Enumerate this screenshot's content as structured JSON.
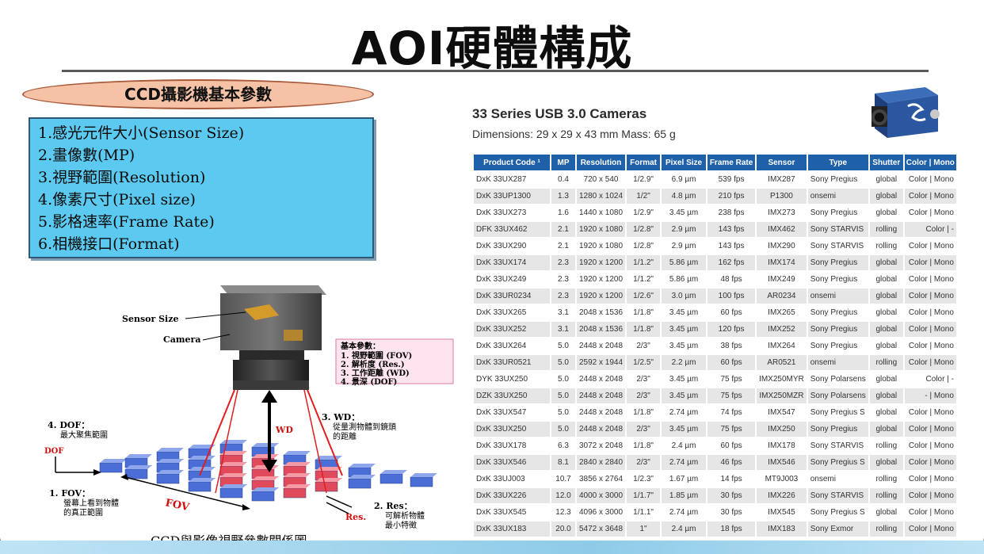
{
  "slide": {
    "title": "AOI硬體構成",
    "section_label": "CCD攝影機基本參數",
    "params": [
      "1.感光元件大小(Sensor Size)",
      "2.畫像數(MP)",
      "3.視野範圍(Resolution)",
      "4.像素尺寸(Pixel size)",
      "5.影格速率(Frame Rate)",
      "6.相機接口(Format)"
    ]
  },
  "diagram": {
    "sensor_label": "Sensor Size",
    "camera_label": "Camera",
    "wd_axis": "WD",
    "fov_axis": "FOV",
    "res_axis": "Res.",
    "dof_axis": "DOF",
    "basic_title": "基本參數：",
    "basic_items": [
      "1. 視野範圍 (FOV)",
      "2. 解析度 (Res.)",
      "3. 工作距離 (WD)",
      "4. 景深 (DOF)"
    ],
    "wd_title": "3. WD：",
    "wd_desc1": "從量測物體到鏡頭",
    "wd_desc2": "的距離",
    "dof_title": "4. DOF：",
    "dof_desc": "最大聚焦範圍",
    "fov_title": "1. FOV：",
    "fov_desc1": "螢幕上看到物體",
    "fov_desc2": "的真正範圍",
    "res_title": "2. Res：",
    "res_desc1": "可解析物體",
    "res_desc2": "最小特徵",
    "caption": "CCD與影像視野參數關係圖"
  },
  "camera_table": {
    "heading": "33 Series USB 3.0 Cameras",
    "dimensions": "Dimensions:  29 x 29 x 43 mm   Mass: 65 g",
    "headers": [
      "Product Code ¹",
      "MP",
      "Resolution",
      "Format",
      "Pixel Size",
      "Frame Rate",
      "Sensor",
      "Type",
      "Shutter",
      "Color | Mono"
    ],
    "rows": [
      [
        "DxK 33UX287",
        "0.4",
        "720 x 540",
        "1/2.9\"",
        "6.9 µm",
        "539 fps",
        "IMX287",
        "Sony Pregius",
        "global",
        "Color | Mono"
      ],
      [
        "DxK 33UP1300",
        "1.3",
        "1280 x 1024",
        "1/2\"",
        "4.8 µm",
        "210 fps",
        "P1300",
        "onsemi",
        "global",
        "Color | Mono"
      ],
      [
        "DxK 33UX273",
        "1.6",
        "1440 x 1080",
        "1/2.9\"",
        "3.45 µm",
        "238 fps",
        "IMX273",
        "Sony Pregius",
        "global",
        "Color | Mono"
      ],
      [
        "DFK 33UX462",
        "2.1",
        "1920 x 1080",
        "1/2.8\"",
        "2.9 µm",
        "143 fps",
        "IMX462",
        "Sony STARVIS",
        "rolling",
        "Color | -"
      ],
      [
        "DxK 33UX290",
        "2.1",
        "1920 x 1080",
        "1/2.8\"",
        "2.9 µm",
        "143 fps",
        "IMX290",
        "Sony STARVIS",
        "rolling",
        "Color | Mono"
      ],
      [
        "DxK 33UX174",
        "2.3",
        "1920 x 1200",
        "1/1.2\"",
        "5.86 µm",
        "162 fps",
        "IMX174",
        "Sony Pregius",
        "global",
        "Color | Mono"
      ],
      [
        "DxK 33UX249",
        "2.3",
        "1920 x 1200",
        "1/1.2\"",
        "5.86 µm",
        "48 fps",
        "IMX249",
        "Sony Pregius",
        "global",
        "Color | Mono"
      ],
      [
        "DxK 33UR0234",
        "2.3",
        "1920 x 1200",
        "1/2.6\"",
        "3.0 µm",
        "100 fps",
        "AR0234",
        "onsemi",
        "global",
        "Color | Mono"
      ],
      [
        "DxK 33UX265",
        "3.1",
        "2048 x 1536",
        "1/1.8\"",
        "3.45 µm",
        "60 fps",
        "IMX265",
        "Sony Pregius",
        "global",
        "Color | Mono"
      ],
      [
        "DxK 33UX252",
        "3.1",
        "2048 x 1536",
        "1/1.8\"",
        "3.45 µm",
        "120 fps",
        "IMX252",
        "Sony Pregius",
        "global",
        "Color | Mono"
      ],
      [
        "DxK 33UX264",
        "5.0",
        "2448 x 2048",
        "2/3\"",
        "3.45 µm",
        "38 fps",
        "IMX264",
        "Sony Pregius",
        "global",
        "Color | Mono"
      ],
      [
        "DxK 33UR0521",
        "5.0",
        "2592 x 1944",
        "1/2.5\"",
        "2.2 µm",
        "60 fps",
        "AR0521",
        "onsemi",
        "rolling",
        "Color | Mono"
      ],
      [
        "DYK 33UX250",
        "5.0",
        "2448 x 2048",
        "2/3\"",
        "3.45 µm",
        "75 fps",
        "IMX250MYR",
        "Sony Polarsens",
        "global",
        "Color | -"
      ],
      [
        "DZK 33UX250",
        "5.0",
        "2448 x 2048",
        "2/3\"",
        "3.45 µm",
        "75 fps",
        "IMX250MZR",
        "Sony Polarsens",
        "global",
        "- | Mono"
      ],
      [
        "DxK 33UX547",
        "5.0",
        "2448 x 2048",
        "1/1.8\"",
        "2.74 µm",
        "74 fps",
        "IMX547",
        "Sony Pregius S",
        "global",
        "Color | Mono"
      ],
      [
        "DxK 33UX250",
        "5.0",
        "2448 x 2048",
        "2/3\"",
        "3.45 µm",
        "75 fps",
        "IMX250",
        "Sony Pregius",
        "global",
        "Color | Mono"
      ],
      [
        "DxK 33UX178",
        "6.3",
        "3072 x 2048",
        "1/1.8\"",
        "2.4 µm",
        "60 fps",
        "IMX178",
        "Sony STARVIS",
        "rolling",
        "Color | Mono"
      ],
      [
        "DxK 33UX546",
        "8.1",
        "2840 x 2840",
        "2/3\"",
        "2.74 µm",
        "46 fps",
        "IMX546",
        "Sony Pregius S",
        "global",
        "Color | Mono"
      ],
      [
        "DxK 33UJ003",
        "10.7",
        "3856 x 2764",
        "1/2.3\"",
        "1.67 µm",
        "14 fps",
        "MT9J003",
        "onsemi",
        "rolling",
        "Color | Mono"
      ],
      [
        "DxK 33UX226",
        "12.0",
        "4000 x 3000",
        "1/1.7\"",
        "1.85 µm",
        "30 fps",
        "IMX226",
        "Sony STARVIS",
        "rolling",
        "Color | Mono"
      ],
      [
        "DxK 33UX545",
        "12.3",
        "4096 x 3000",
        "1/1.1\"",
        "2.74 µm",
        "30 fps",
        "IMX545",
        "Sony Pregius S",
        "global",
        "Color | Mono"
      ],
      [
        "DxK 33UX183",
        "20.0",
        "5472 x 3648",
        "1\"",
        "2.4 µm",
        "18 fps",
        "IMX183",
        "Sony Exmor",
        "rolling",
        "Color | Mono"
      ]
    ]
  },
  "colors": {
    "param_box": "#5ccaf0",
    "oval": "#f6c2a6",
    "table_header": "#1f61a9",
    "cube_blue": "#4a6ed6",
    "cube_red": "#e04a5a"
  }
}
